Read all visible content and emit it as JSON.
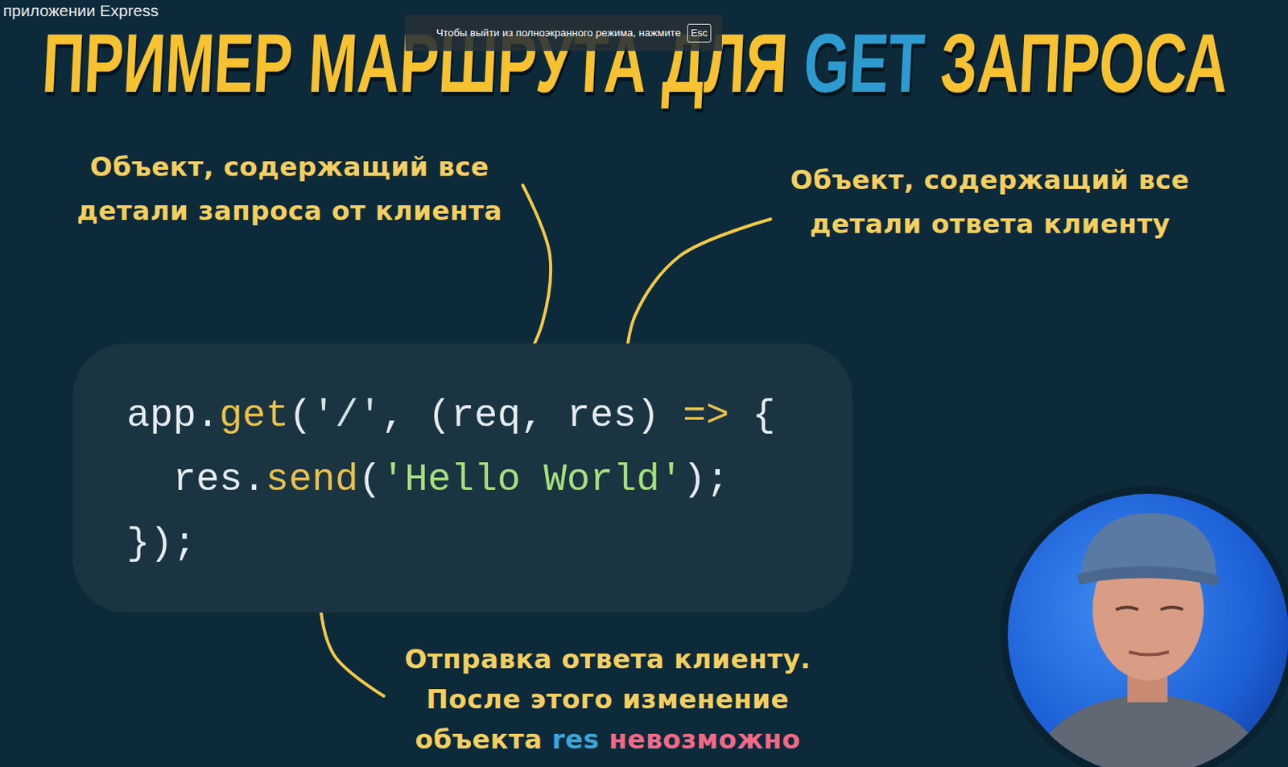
{
  "diagram": {
    "title": "ПРИМЕР МАРШРУТА ДЛЯ GET ЗАПРОСА",
    "nodes": [
      {
        "text": [
          "Чтобы выйти из полноэкранного режима, нажмите"
        ]
      },
      {
        "text": [
          "Esc"
        ],
        "in": 0
      },
      {
        "text": [
          "app.get('/', (req, res) => {",
          "res.send('Hello World');",
          "});"
        ]
      }
    ],
    "labels": [
      "приложении Express",
      "Объект, содержащий все детали запроса от клиента",
      "Объект, содержащий все детали ответа клиенту",
      "Отправка ответа клиенту. После этого изменение объекта res невозможно"
    ]
  }
}
